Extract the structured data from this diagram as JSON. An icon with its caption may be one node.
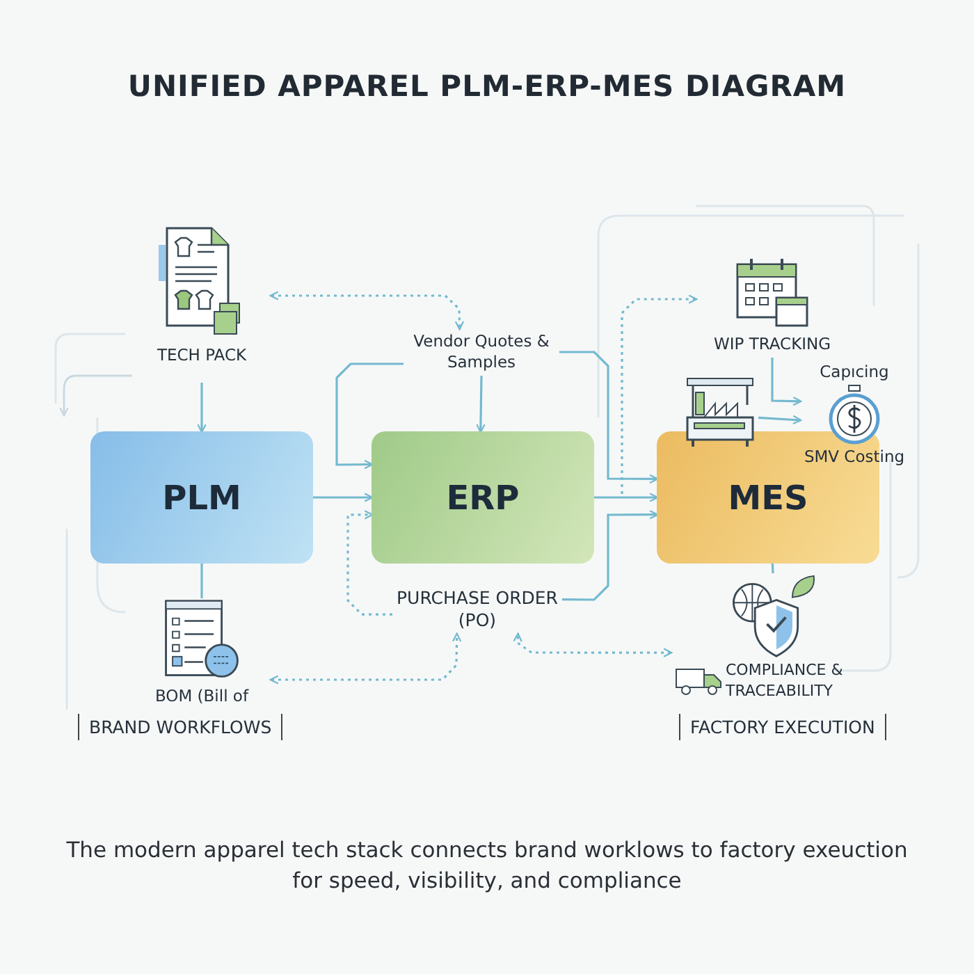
{
  "diagram": {
    "title": "UNIFIED APPAREL PLM-ERP-MES DIAGRAM",
    "caption": "The modern apparel tech stack connects brand worklows to factory exeuction for speed, visibility, and compliance",
    "nodes": [
      {
        "text": [
          "PLM"
        ]
      },
      {
        "text": [
          "ERP"
        ]
      },
      {
        "text": [
          "MES"
        ]
      },
      {
        "text": [
          "TECH PACK"
        ]
      },
      {
        "text": [
          "Vendor Quotes & Samples"
        ]
      },
      {
        "text": [
          "PURCHASE ORDER (PO)"
        ]
      },
      {
        "text": [
          "BOM (Bill of"
        ]
      },
      {
        "text": [
          "WIP TRACKING"
        ]
      },
      {
        "text": [],
        "shape": "picture"
      },
      {
        "text": [
          "Capıcing",
          "SMV Costing"
        ]
      },
      {
        "text": [
          "COMPLIANCE & TRACEABILITY"
        ]
      }
    ],
    "edges": [
      {
        "from": 3,
        "to": 0,
        "arrow": "to"
      },
      {
        "from": 0,
        "to": 1,
        "arrow": "to"
      },
      {
        "from": 1,
        "to": 2,
        "arrow": "to"
      },
      {
        "from": 4,
        "to": 1,
        "arrow": "to"
      },
      {
        "from": 4,
        "to": 1,
        "arrow": "to"
      },
      {
        "from": 4,
        "to": 2,
        "arrow": "to"
      },
      {
        "from": 5,
        "to": 2,
        "arrow": "to"
      },
      {
        "from": 5,
        "to": 1,
        "arrow": "to",
        "style": "dashed"
      },
      {
        "from": 0,
        "to": 6,
        "arrow": "none"
      },
      {
        "from": 6,
        "to": 5,
        "arrow": "both",
        "style": "dashed"
      },
      {
        "from": 3,
        "to": 4,
        "arrow": "both",
        "style": "dashed"
      },
      {
        "from": null,
        "to": 7,
        "arrow": "to",
        "style": "dashed"
      },
      {
        "from": 7,
        "to": 9,
        "arrow": "to"
      },
      {
        "from": 8,
        "to": 9,
        "arrow": "to"
      },
      {
        "from": 2,
        "to": 10,
        "arrow": "none"
      },
      {
        "from": 10,
        "to": 5,
        "arrow": "both",
        "style": "dashed"
      }
    ],
    "labels": [
      "BRAND WORKFLOWS",
      "FACTORY EXECUTION"
    ]
  }
}
